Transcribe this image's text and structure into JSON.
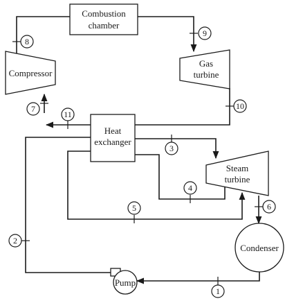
{
  "components": {
    "combustion_chamber": [
      "Combustion",
      "chamber"
    ],
    "compressor": "Compressor",
    "gas_turbine": [
      "Gas",
      "turbine"
    ],
    "heat_exchanger": [
      "Heat",
      "exchanger"
    ],
    "steam_turbine": [
      "Steam",
      "turbine"
    ],
    "condenser": "Condenser",
    "pump": "Pump"
  },
  "states": [
    "1",
    "2",
    "3",
    "4",
    "5",
    "6",
    "7",
    "8",
    "9",
    "10",
    "11"
  ],
  "colors": {
    "line": "#1a1a1a",
    "background": "#ffffff"
  }
}
